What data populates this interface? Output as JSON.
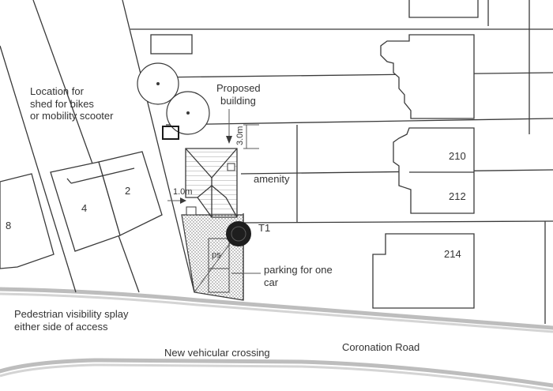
{
  "labels": {
    "shed_location": [
      "Location for",
      "shed for bikes",
      "or mobility scooter"
    ],
    "proposed_building": [
      "Proposed",
      "building"
    ],
    "dim_depth": "3.0m",
    "dim_side": "1.0m",
    "amenity": "amenity",
    "tree_tag": "T1",
    "parking_space": "ps",
    "parking": [
      "parking for one",
      "car"
    ],
    "visibility": [
      "Pedestrian visibility splay",
      "either side of access"
    ],
    "crossing": "New vehicular crossing",
    "road": "Coronation Road"
  },
  "house_numbers": {
    "n8": "8",
    "n4": "4",
    "n2": "2",
    "n210": "210",
    "n212": "212",
    "n214": "214"
  }
}
